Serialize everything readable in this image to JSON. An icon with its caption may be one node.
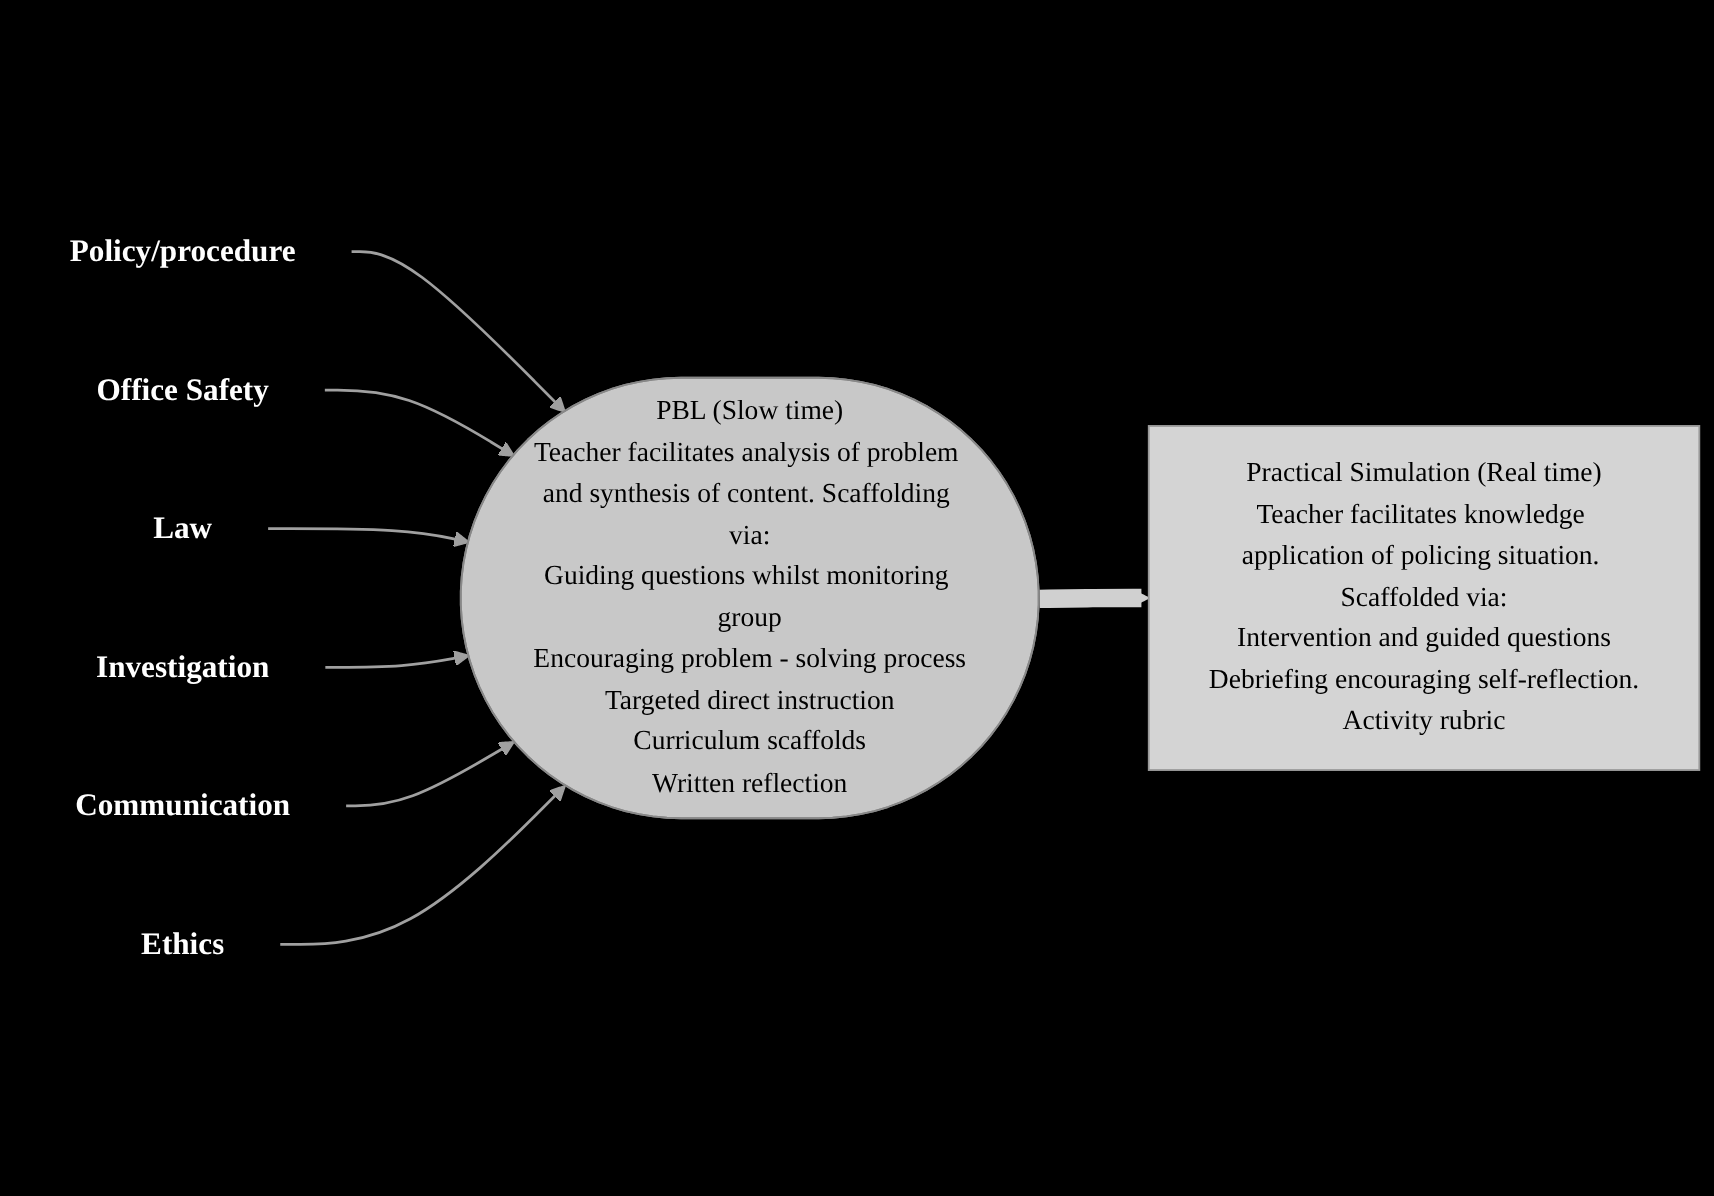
{
  "diagram": {
    "nodes": [
      {
        "text": [
          "Policy/procedure"
        ]
      },
      {
        "text": [
          "Office Safety"
        ]
      },
      {
        "text": [
          "Law"
        ]
      },
      {
        "text": [
          "Investigation"
        ]
      },
      {
        "text": [
          "Communication"
        ]
      },
      {
        "text": [
          "Ethics"
        ]
      },
      {
        "text": [
          "PBL (Slow time)",
          "Teacher facilitates analysis of problem and synthesis of content. Scaffolding via:",
          "Guiding questions whilst monitoring group",
          "Encouraging problem - solving process",
          "Targeted direct instruction",
          "Curriculum scaffolds",
          "Written reflection"
        ]
      },
      {
        "text": [
          "Practical Simulation (Real time)",
          "Teacher facilitates knowledge application of policing situation. Scaffolded via:",
          "Intervention and guided questions",
          "Debriefing encouraging self-reflection.",
          "Activity rubric"
        ]
      }
    ],
    "edges": [
      {
        "from": 0,
        "to": 6,
        "arrow": "to"
      },
      {
        "from": 1,
        "to": 6,
        "arrow": "to"
      },
      {
        "from": 2,
        "to": 6,
        "arrow": "to"
      },
      {
        "from": 3,
        "to": 6,
        "arrow": "to"
      },
      {
        "from": 4,
        "to": 6,
        "arrow": "to"
      },
      {
        "from": 5,
        "to": 6,
        "arrow": "to"
      },
      {
        "from": 6,
        "to": 7,
        "arrow": "to",
        "style": "thick",
        "color": "#d0d0d0"
      }
    ]
  }
}
